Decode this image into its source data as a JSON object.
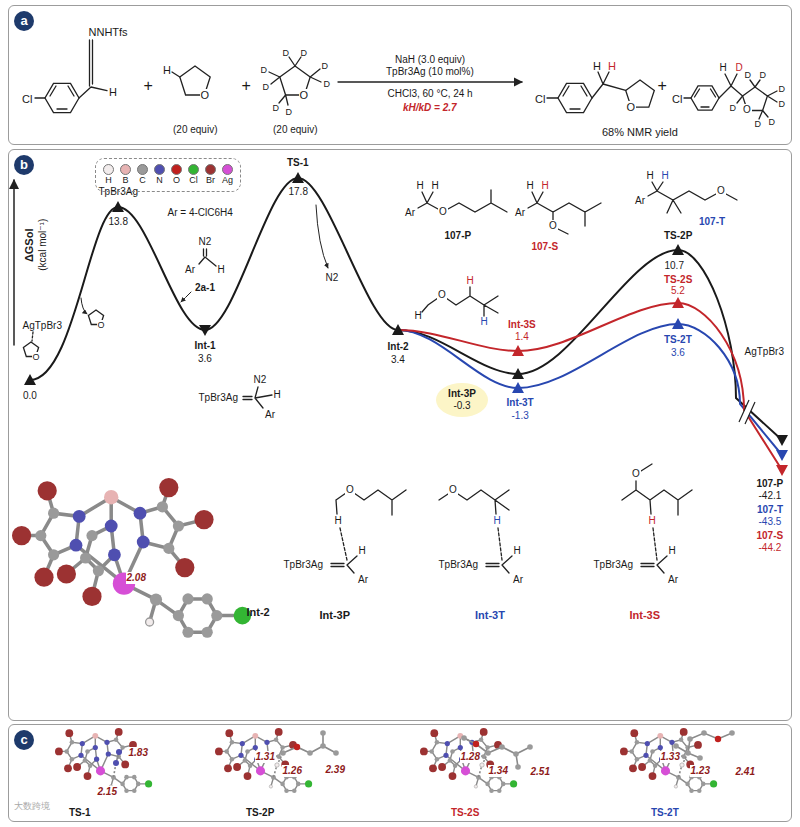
{
  "diagram": {
    "nodes": [
      {
        "text": [
          "a"
        ]
      },
      {
        "text": [
          "b"
        ]
      },
      {
        "text": [
          "Int-3P",
          "-0.3"
        ],
        "in": 1
      },
      {
        "text": [
          "c"
        ]
      }
    ],
    "labels": [
      "NNHTfs",
      "H",
      "Cl",
      "+",
      "H",
      "O",
      "(20 equiv)",
      "+",
      "D",
      "D",
      "D",
      "D",
      "D",
      "D",
      "D",
      "D",
      "O",
      "(20 equiv)",
      "NaH (3.0 equiv)",
      "TpBr3Ag (10 mol%)",
      "CHCl3, 60 °C, 24 h",
      "kH/kD = 2.7",
      "Cl",
      "H",
      "H",
      "O",
      "+",
      "Cl",
      "H",
      "D",
      "O",
      "D",
      "D",
      "D",
      "D",
      "D",
      "D",
      "D",
      "68% NMR yield",
      "ΔGSol",
      "(kcal mol⁻¹)",
      "AgTpBr3",
      "O",
      "0.0",
      "TpBr3Ag",
      "13.8",
      "O",
      "Ar = 4-ClC6H4",
      "N2",
      "Ar",
      "H",
      "2a-1",
      "Int-1",
      "3.6",
      "TpBr3Ag",
      "N2",
      "H",
      "Ar",
      "TS-1",
      "17.8",
      "N2",
      "Int-2",
      "3.4",
      "O",
      "H",
      "H",
      "H",
      "Int-3S",
      "1.4",
      "Int-3T",
      "-1.3",
      "TS-2P",
      "10.7",
      "TS-2S",
      "5.2",
      "TS-2T",
      "3.6",
      "AgTpBr3",
      "107-P",
      "-42.1",
      "107-T",
      "-43.5",
      "107-S",
      "-44.2",
      "Ar",
      "H",
      "H",
      "O",
      "107-P",
      "Ar",
      "H",
      "H",
      "O",
      "107-S",
      "Ar",
      "H",
      "H",
      "O",
      "107-T",
      "2.08",
      "Int-2",
      "O",
      "H",
      "TpBr3Ag",
      "H",
      "Ar",
      "Int-3P",
      "O",
      "H",
      "TpBr3Ag",
      "H",
      "Ar",
      "Int-3T",
      "O",
      "H",
      "TpBr3Ag",
      "H",
      "Ar",
      "Int-3S",
      "1.83",
      "2.15",
      "TS-1",
      "1.31",
      "1.26",
      "2.39",
      "TS-2P",
      "1.28",
      "1.34",
      "2.51",
      "TS-2S",
      "1.33",
      "1.23",
      "2.41",
      "TS-2T",
      "大数跨境"
    ],
    "legend": [
      {
        "text": "H",
        "color": "#f2ecec"
      },
      {
        "text": "B",
        "color": "#e7b3b3"
      },
      {
        "text": "C",
        "color": "#9a9a9a"
      },
      {
        "text": "N",
        "color": "#4f4fb0"
      },
      {
        "text": "O",
        "color": "#c0201e"
      },
      {
        "text": "Cl",
        "color": "#33b533"
      },
      {
        "text": "Br",
        "color": "#9c3232"
      },
      {
        "text": "Ag",
        "color": "#d64fd6"
      }
    ]
  }
}
